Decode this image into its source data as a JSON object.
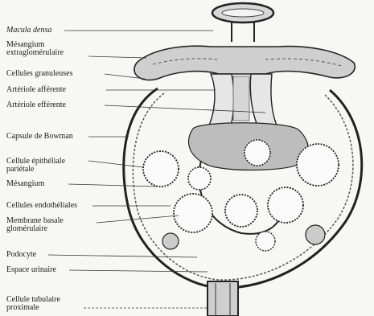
{
  "labels": {
    "macula_densa": "Macula densa",
    "mesangium_extra_1": "Mésangium",
    "mesangium_extra_2": "extraglomérulaire",
    "granular_cells": "Cellules granuleuses",
    "afferent_arteriole": "Artériole afférente",
    "efferent_arteriole": "Artériole efférente",
    "bowman_capsule": "Capsule de Bowman",
    "parietal_cell_1": "Cellule épithéliale",
    "parietal_cell_2": "pariétale",
    "mesangium": "Mésangium",
    "endothelial_cells": "Cellules endothéliales",
    "basement_membrane_1": "Membrane basale",
    "basement_membrane_2": "glomérulaire",
    "podocyte": "Podocyte",
    "urinary_space": "Espace urinaire",
    "tubular_cell_1": "Cellule tubulaire",
    "tubular_cell_2": "proximale"
  }
}
